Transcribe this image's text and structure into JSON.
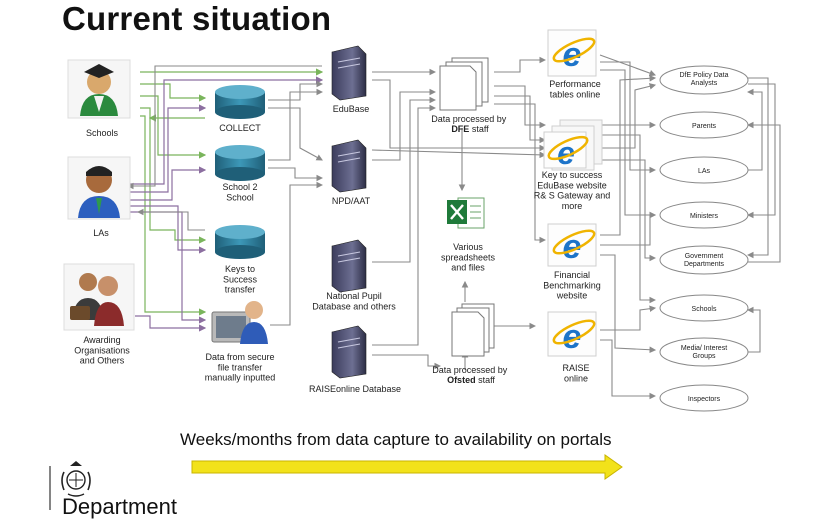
{
  "title": "Current situation",
  "caption": "Weeks/months from data capture to availability on portals",
  "footer": {
    "department_partial": "Department"
  },
  "sources": [
    {
      "id": "schools",
      "label_lines": [
        "Schools"
      ]
    },
    {
      "id": "las",
      "label_lines": [
        "LAs"
      ]
    },
    {
      "id": "awarding",
      "label_lines": [
        "Awarding",
        "Organisations",
        "and Others"
      ]
    }
  ],
  "collection": [
    {
      "id": "collect",
      "label_lines": [
        "COLLECT"
      ]
    },
    {
      "id": "s2s",
      "label_lines": [
        "School 2",
        "School"
      ]
    },
    {
      "id": "k2s",
      "label_lines": [
        "Keys to",
        "Success",
        "transfer"
      ]
    },
    {
      "id": "manual",
      "label_lines": [
        "Data from secure",
        "file transfer",
        "manually inputted"
      ]
    }
  ],
  "databases": [
    {
      "id": "edubase",
      "label_lines": [
        "EduBase"
      ]
    },
    {
      "id": "npd",
      "label_lines": [
        "NPD/AAT"
      ]
    },
    {
      "id": "national",
      "label_lines": [
        "National Pupil",
        "Database and others"
      ]
    },
    {
      "id": "raise",
      "label_lines": [
        "RAISEonline Database"
      ]
    }
  ],
  "processing": {
    "dfe": {
      "line1": "Data processed by",
      "bold": "DFE",
      "rest": " staff"
    },
    "spreadsheets": {
      "label_lines": [
        "Various",
        "spreadsheets",
        "and files"
      ]
    },
    "ofsted": {
      "line1": "Data processed by",
      "bold": "Ofsted",
      "rest": " staff"
    }
  },
  "portals": [
    {
      "id": "performance",
      "label_lines": [
        "Performance",
        "tables online"
      ]
    },
    {
      "id": "k2s_web",
      "label_lines": [
        "Key to success",
        "EduBase website",
        "R&  S Gateway and",
        "more"
      ]
    },
    {
      "id": "financial",
      "label_lines": [
        "Financial",
        "Benchmarking",
        "website"
      ]
    },
    {
      "id": "raise_web",
      "label_lines": [
        "RAISE",
        "online"
      ]
    }
  ],
  "audiences": [
    {
      "id": "dfe_policy",
      "label_lines": [
        "DfE Policy Data",
        "Analysts"
      ]
    },
    {
      "id": "parents",
      "label_lines": [
        "Parents"
      ]
    },
    {
      "id": "las_aud",
      "label_lines": [
        "LAs"
      ]
    },
    {
      "id": "ministers",
      "label_lines": [
        "Ministers"
      ]
    },
    {
      "id": "govdept",
      "label_lines": [
        "Government",
        "Departments"
      ]
    },
    {
      "id": "schools_aud",
      "label_lines": [
        "Schools"
      ]
    },
    {
      "id": "media",
      "label_lines": [
        "Media/ Interest",
        "Groups"
      ]
    },
    {
      "id": "inspectors",
      "label_lines": [
        "Inspectors"
      ]
    }
  ],
  "colors": {
    "green_arrow": "#7ab55c",
    "purple_arrow": "#8c6fa0",
    "grey_arrow": "#8a8a8a",
    "cylinder": "#2f7f9c",
    "timeline_arrow": "#f2e21a"
  }
}
